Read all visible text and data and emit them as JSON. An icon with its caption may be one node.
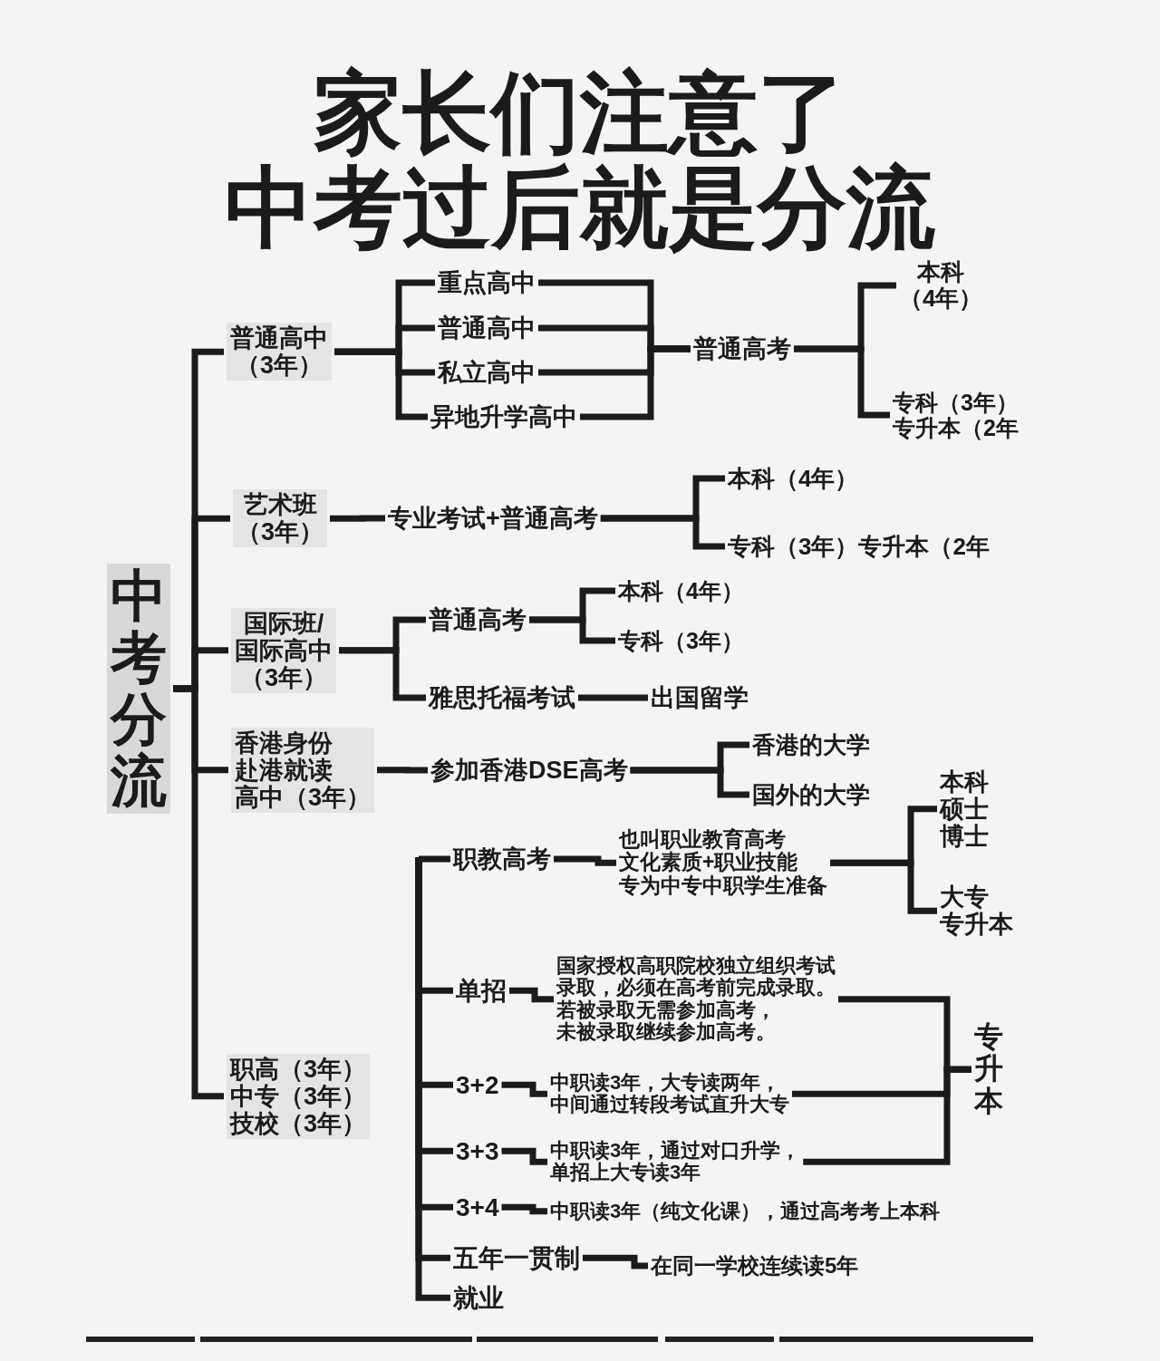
{
  "diagram": {
    "title": "家长们注意了",
    "nodes": [
      {
        "text": [
          "中考分流"
        ]
      },
      {
        "text": [
          "普通高中（3年）"
        ]
      },
      {
        "text": [
          "重点高中"
        ]
      },
      {
        "text": [
          "普通高中"
        ]
      },
      {
        "text": [
          "私立高中"
        ]
      },
      {
        "text": [
          "异地升学高中"
        ]
      },
      {
        "text": [
          "普通高考"
        ]
      },
      {
        "text": [
          "本科（4年）"
        ]
      },
      {
        "text": [
          "专科（3年）专升本（2年"
        ]
      },
      {
        "text": [
          "艺术班（3年）"
        ]
      },
      {
        "text": [
          "专业考试+普通高考"
        ]
      },
      {
        "text": [
          "本科（4年）"
        ]
      },
      {
        "text": [
          "专科（3年）专升本（2年"
        ]
      },
      {
        "text": [
          "国际班/国际高中（3年）"
        ]
      },
      {
        "text": [
          "普通高考"
        ]
      },
      {
        "text": [
          "本科（4年）"
        ]
      },
      {
        "text": [
          "专科（3年）"
        ]
      },
      {
        "text": [
          "雅思托福考试"
        ]
      },
      {
        "text": [
          "出国留学"
        ]
      },
      {
        "text": [
          "香港身份赴港就读高中（3年）"
        ]
      },
      {
        "text": [
          "参加香港DSE高考"
        ]
      },
      {
        "text": [
          "香港的大学"
        ]
      },
      {
        "text": [
          "国外的大学"
        ]
      },
      {
        "text": [
          "职高（3年）中专（3年）技校（3年）"
        ]
      },
      {
        "text": [
          "职教高考"
        ]
      },
      {
        "text": [
          "也叫职业教育高考文化素质+职业技能专为中专中职学生准备"
        ]
      },
      {
        "text": [
          "本科硕士博士"
        ]
      },
      {
        "text": [
          "大专专升本"
        ]
      },
      {
        "text": [
          "单招"
        ]
      },
      {
        "text": [
          "国家授权高职院校独立组织考试录取，必须在高考前完成录取。若被录取无需参加高考，未被录取继续参加高考。"
        ]
      },
      {
        "text": [
          "3+2"
        ]
      },
      {
        "text": [
          "中职读3年，大专读两年，中间通过转段考试直升大专"
        ]
      },
      {
        "text": [
          "3+3"
        ]
      },
      {
        "text": [
          "中职读3年，通过对口升学，单招上大专读3年"
        ]
      },
      {
        "text": [
          "3+4"
        ]
      },
      {
        "text": [
          "中职读3年（纯文化课），通过高考考上本科"
        ]
      },
      {
        "text": [
          "五年一贯制"
        ]
      },
      {
        "text": [
          "在同一学校连续读5年"
        ]
      },
      {
        "text": [
          "就业"
        ]
      },
      {
        "text": [
          "专升本"
        ]
      }
    ],
    "edges": [
      {
        "from": 0,
        "to": 1,
        "arrow": "none"
      },
      {
        "from": 0,
        "to": 9,
        "arrow": "none"
      },
      {
        "from": 0,
        "to": 13,
        "arrow": "none"
      },
      {
        "from": 0,
        "to": 19,
        "arrow": "none"
      },
      {
        "from": 0,
        "to": 23,
        "arrow": "none"
      },
      {
        "from": 1,
        "to": 2,
        "arrow": "none"
      },
      {
        "from": 1,
        "to": 3,
        "arrow": "none"
      },
      {
        "from": 1,
        "to": 4,
        "arrow": "none"
      },
      {
        "from": 1,
        "to": 5,
        "arrow": "none"
      },
      {
        "from": 2,
        "to": 6,
        "arrow": "none"
      },
      {
        "from": 3,
        "to": 6,
        "arrow": "none"
      },
      {
        "from": 4,
        "to": 6,
        "arrow": "none"
      },
      {
        "from": 5,
        "to": 6,
        "arrow": "none"
      },
      {
        "from": 6,
        "to": 7,
        "arrow": "none"
      },
      {
        "from": 6,
        "to": 8,
        "arrow": "none"
      },
      {
        "from": 9,
        "to": 10,
        "arrow": "none"
      },
      {
        "from": 10,
        "to": 11,
        "arrow": "none"
      },
      {
        "from": 10,
        "to": 12,
        "arrow": "none"
      },
      {
        "from": 13,
        "to": 14,
        "arrow": "none"
      },
      {
        "from": 13,
        "to": 17,
        "arrow": "none"
      },
      {
        "from": 14,
        "to": 15,
        "arrow": "none"
      },
      {
        "from": 14,
        "to": 16,
        "arrow": "none"
      },
      {
        "from": 17,
        "to": 18,
        "arrow": "none"
      },
      {
        "from": 19,
        "to": 20,
        "arrow": "none"
      },
      {
        "from": 20,
        "to": 21,
        "arrow": "none"
      },
      {
        "from": 20,
        "to": 22,
        "arrow": "none"
      },
      {
        "from": null,
        "to": 24,
        "arrow": "none"
      },
      {
        "from": null,
        "to": 28,
        "arrow": "none"
      },
      {
        "from": null,
        "to": 30,
        "arrow": "none"
      },
      {
        "from": null,
        "to": 32,
        "arrow": "none"
      },
      {
        "from": null,
        "to": 34,
        "arrow": "none"
      },
      {
        "from": null,
        "to": 36,
        "arrow": "none"
      },
      {
        "from": null,
        "to": 38,
        "arrow": "none"
      },
      {
        "from": 24,
        "to": 25,
        "arrow": "none"
      },
      {
        "from": 25,
        "to": 26,
        "arrow": "none"
      },
      {
        "from": 25,
        "to": 27,
        "arrow": "none"
      },
      {
        "from": 28,
        "to": 29,
        "arrow": "none"
      },
      {
        "from": 30,
        "to": 31,
        "arrow": "none"
      },
      {
        "from": 32,
        "to": 33,
        "arrow": "none"
      },
      {
        "from": 34,
        "to": 35,
        "arrow": "none"
      },
      {
        "from": 36,
        "to": 37,
        "arrow": "none"
      },
      {
        "from": 29,
        "to": 39,
        "arrow": "none"
      },
      {
        "from": 31,
        "to": 39,
        "arrow": "none"
      },
      {
        "from": 33,
        "to": 39,
        "arrow": "none"
      }
    ],
    "labels": [
      "中考过后就是分流"
    ]
  }
}
